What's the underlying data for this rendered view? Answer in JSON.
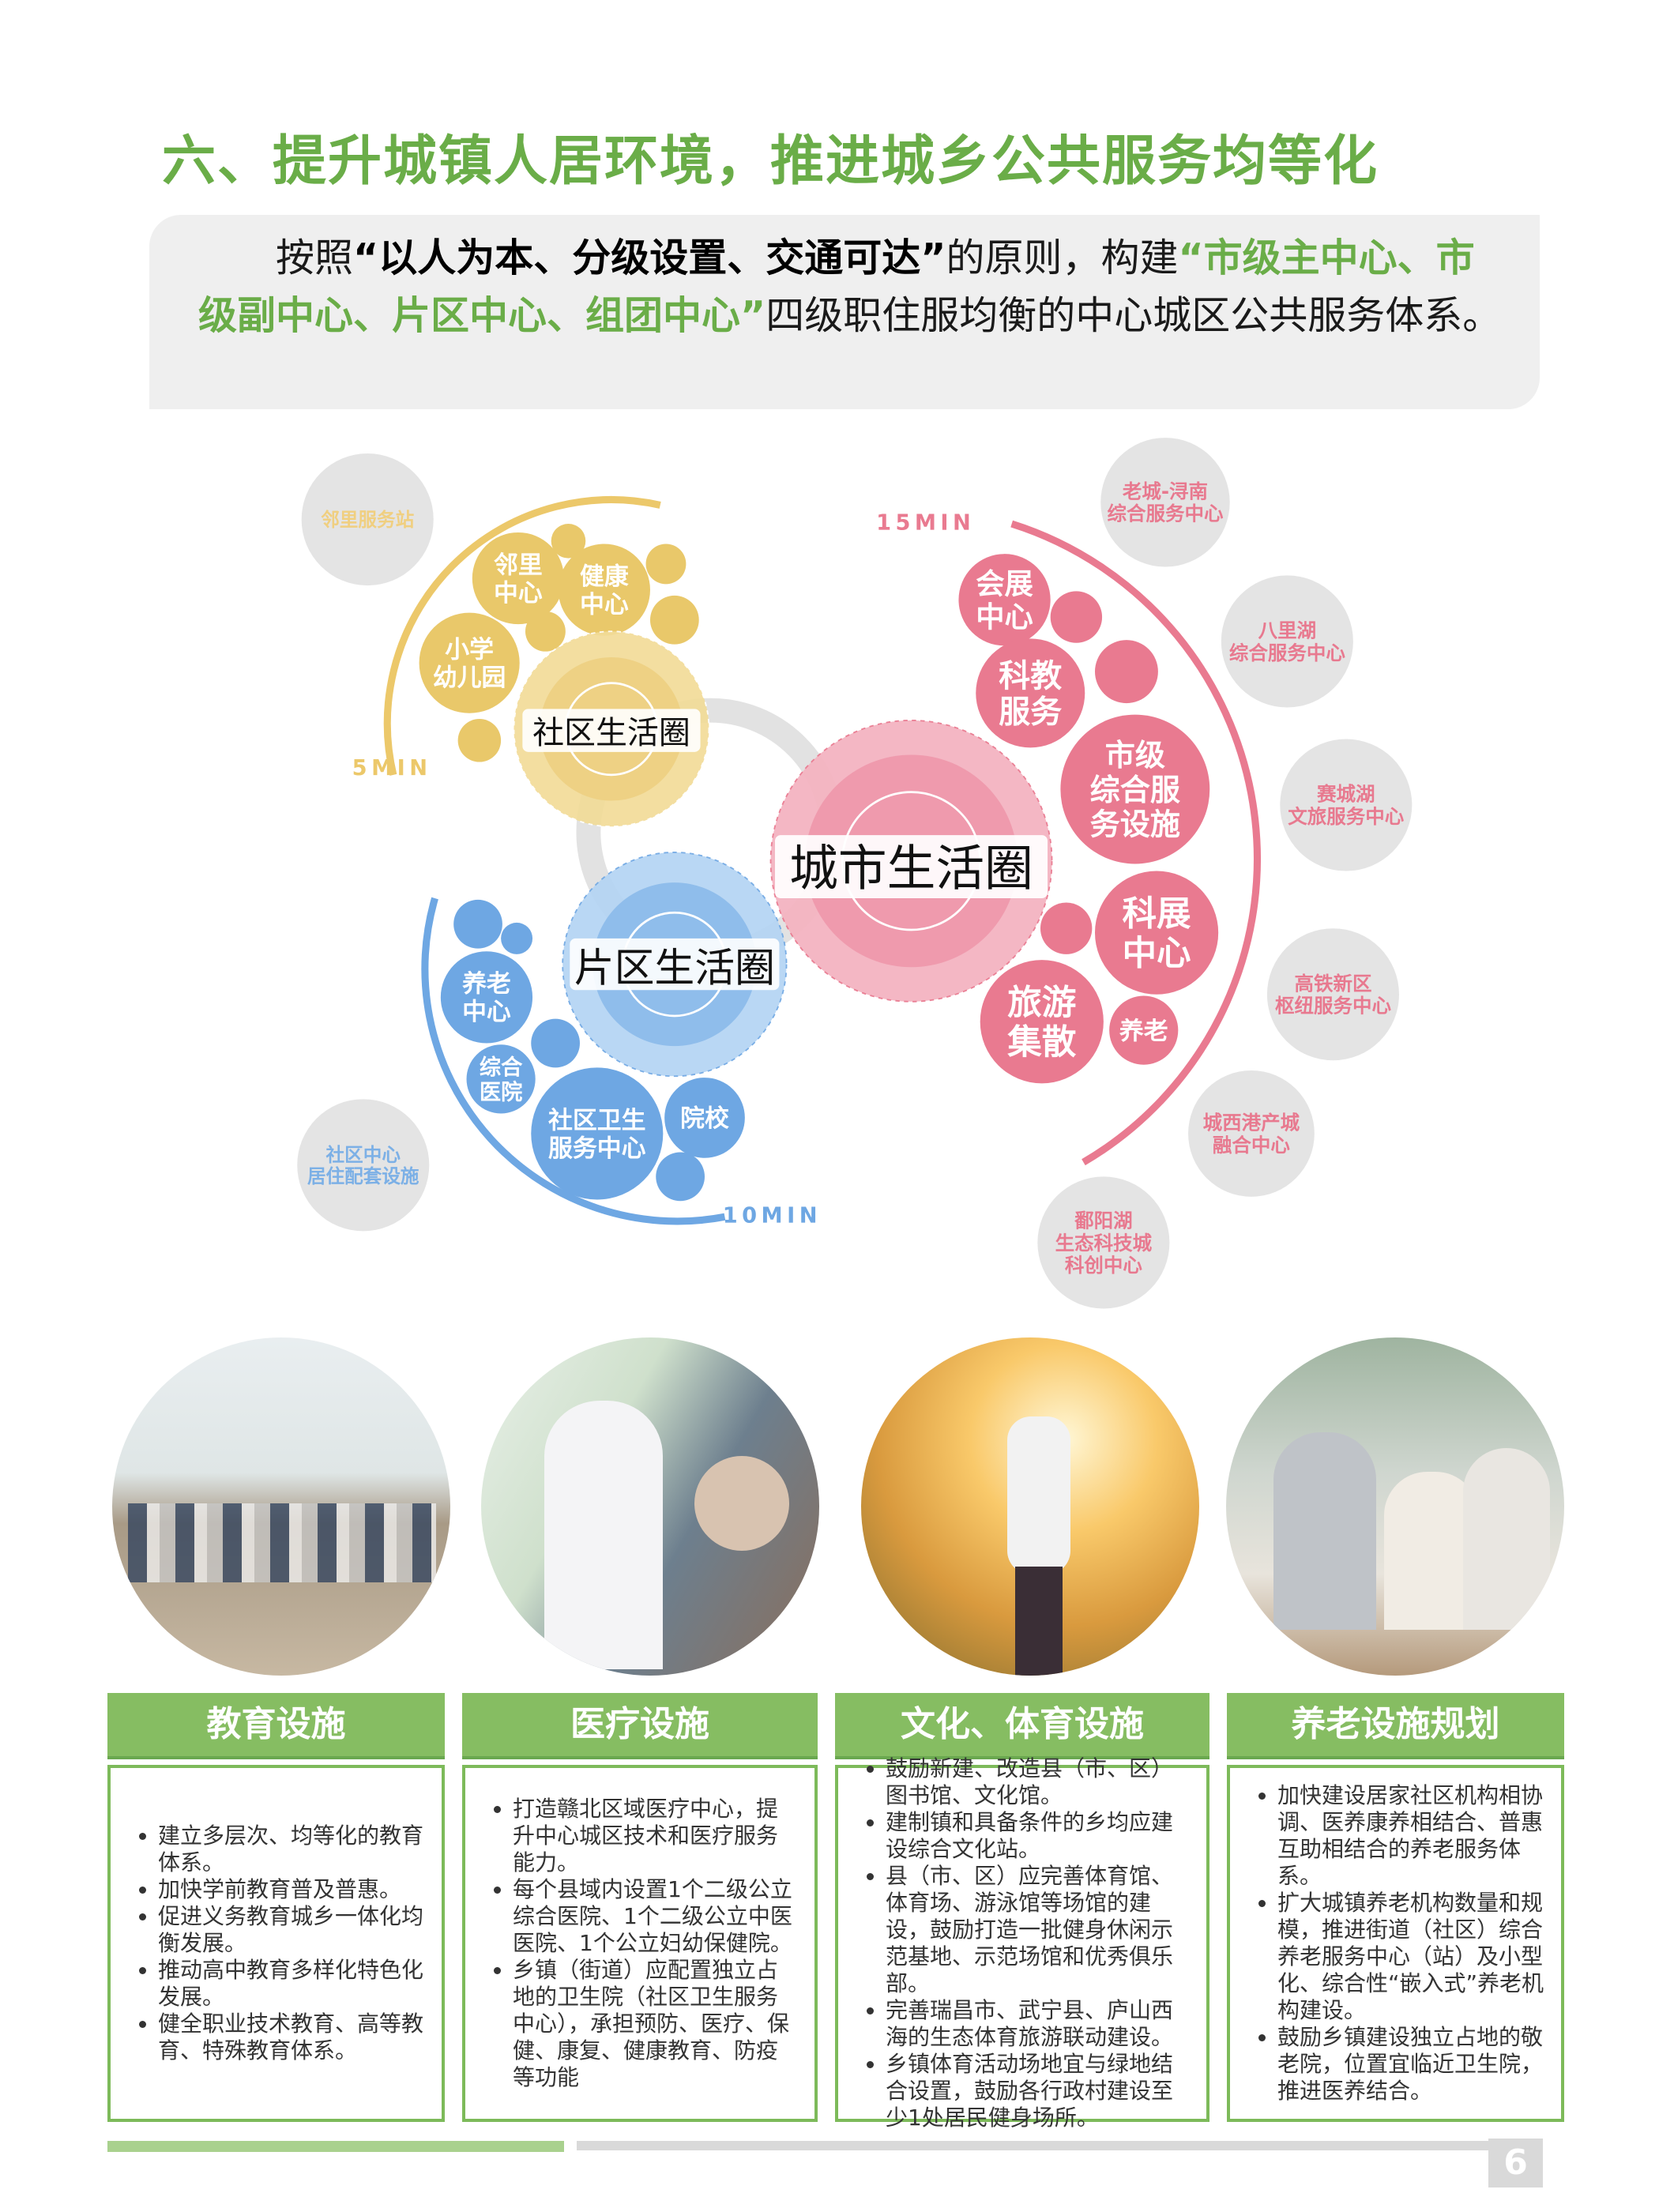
{
  "title": "六、提升城镇人居环境，推进城乡公共服务均等化",
  "intro": {
    "prefix": "按照",
    "bold": "“以人为本、分级设置、交通可达”",
    "mid": "的原则，构建",
    "green": "“市级主中心、市级副中心、片区中心、组团中心”",
    "tail": "四级职住服均衡的中心城区公共服务体系。"
  },
  "diagram": {
    "community_circle": "社区生活圈",
    "district_circle": "片区生活圈",
    "city_circle": "城市生活圈",
    "time_5": "5MIN",
    "time_10": "10MIN",
    "time_15": "15MIN",
    "colors": {
      "yellow": "#e9c86a",
      "blue": "#6ea7e3",
      "pink": "#e97a90",
      "gray": "#e4e4e4"
    },
    "yellow_bubbles": [
      [
        "邻里",
        "中心"
      ],
      [
        "健康",
        "中心"
      ],
      [
        "小学",
        "幼儿园"
      ]
    ],
    "blue_bubbles": [
      [
        "养老",
        "中心"
      ],
      [
        "综合",
        "医院"
      ],
      [
        "社区卫生",
        "服务中心"
      ],
      [
        "院校"
      ]
    ],
    "pink_bubbles": [
      [
        "会展",
        "中心"
      ],
      [
        "科教",
        "服务"
      ],
      [
        "市级",
        "综合服",
        "务设施"
      ],
      [
        "科展",
        "中心"
      ],
      [
        "旅游",
        "集散"
      ],
      [
        "养老"
      ]
    ],
    "outer_yellow": [
      [
        "邻里服务站"
      ]
    ],
    "outer_blue": [
      [
        "社区中心",
        "居住配套设施"
      ]
    ],
    "outer_pink": [
      [
        "老城-浔南",
        "综合服务中心"
      ],
      [
        "八里湖",
        "综合服务中心"
      ],
      [
        "赛城湖",
        "文旅服务中心"
      ],
      [
        "高铁新区",
        "枢纽服务中心"
      ],
      [
        "城西港产城",
        "融合中心"
      ],
      [
        "鄱阳湖",
        "生态科技城",
        "科创中心"
      ]
    ]
  },
  "cards": [
    {
      "title": "教育设施",
      "items": [
        "建立多层次、均等化的教育体系。",
        "加快学前教育普及普惠。",
        "促进义务教育城乡一体化均衡发展。",
        "推动高中教育多样化特色化发展。",
        "健全职业技术教育、高等教育、特殊教育体系。"
      ]
    },
    {
      "title": "医疗设施",
      "items": [
        "打造赣北区域医疗中心，提升中心城区技术和医疗服务能力。",
        "每个县域内设置1个二级公立综合医院、1个二级公立中医医院、1个公立妇幼保健院。",
        "乡镇（街道）应配置独立占地的卫生院（社区卫生服务中心），承担预防、医疗、保健、康复、健康教育、防疫等功能"
      ]
    },
    {
      "title": "文化、体育设施",
      "items": [
        "鼓励新建、改造县（市、区）图书馆、文化馆。",
        "建制镇和具备条件的乡均应建设综合文化站。",
        "县（市、区）应完善体育馆、体育场、游泳馆等场馆的建设，鼓励打造一批健身休闲示范基地、示范场馆和优秀俱乐部。",
        "完善瑞昌市、武宁县、庐山西海的生态体育旅游联动建设。",
        "乡镇体育活动场地宜与绿地结合设置，鼓励各行政村建设至少1处居民健身场所。"
      ]
    },
    {
      "title": "养老设施规划",
      "items": [
        "加快建设居家社区机构相协调、医养康养相结合、普惠互助相结合的养老服务体系。",
        "扩大城镇养老机构数量和规模，推进街道（社区）综合养老服务中心（站）及小型化、综合性“嵌入式”养老机构建设。",
        "鼓励乡镇建设独立占地的敬老院，位置宜临近卫生院，推进医养结合。"
      ]
    }
  ],
  "page_number": "6"
}
